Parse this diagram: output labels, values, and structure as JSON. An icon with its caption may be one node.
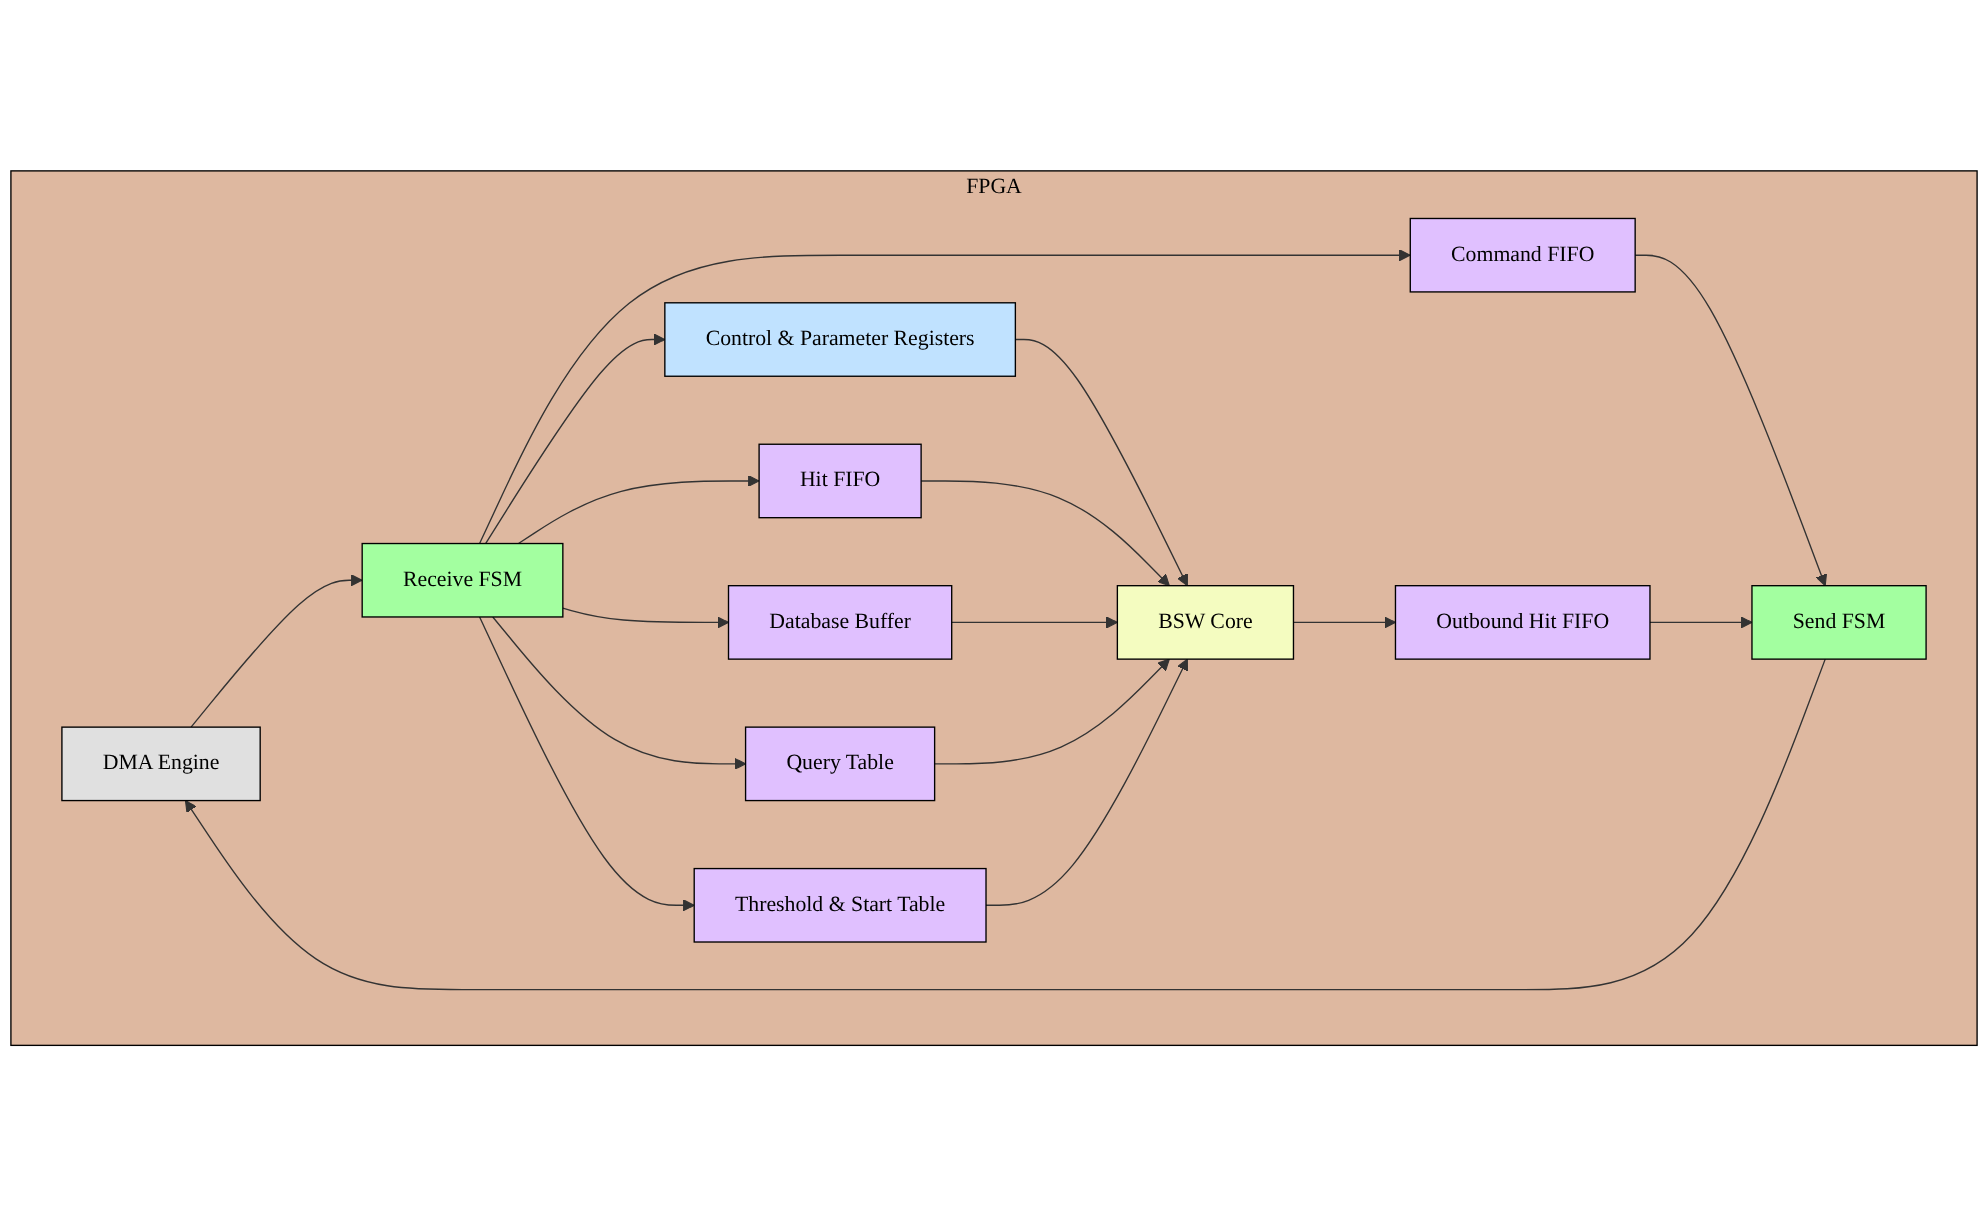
{
  "diagram": {
    "nodes": [
      {
        "text": [
          "FPGA"
        ]
      },
      {
        "text": [
          "DMA Engine"
        ],
        "in": 0
      },
      {
        "text": [
          "Receive FSM"
        ],
        "in": 0
      },
      {
        "text": [
          "Command FIFO"
        ],
        "in": 0
      },
      {
        "text": [
          "Send FSM"
        ],
        "in": 0
      },
      {
        "text": [
          "Outbound Hit FIFO"
        ],
        "in": 0
      },
      {
        "text": [
          "Threshold & Start Table"
        ],
        "in": 0
      },
      {
        "text": [
          "Query Table"
        ],
        "in": 0
      },
      {
        "text": [
          "Database Buffer"
        ],
        "in": 0
      },
      {
        "text": [
          "Hit FIFO"
        ],
        "in": 0
      },
      {
        "text": [
          "Control & Parameter Registers"
        ],
        "in": 0
      },
      {
        "text": [
          "BSW  Core"
        ],
        "in": 0
      }
    ],
    "edges": [
      {
        "from": 1,
        "to": 2,
        "arrow": "to"
      },
      {
        "from": 2,
        "to": 3,
        "arrow": "to"
      },
      {
        "from": 3,
        "to": 4,
        "arrow": "to"
      },
      {
        "from": 4,
        "to": 1,
        "arrow": "to"
      },
      {
        "from": 2,
        "to": 6,
        "arrow": "to"
      },
      {
        "from": 2,
        "to": 7,
        "arrow": "to"
      },
      {
        "from": 2,
        "to": 8,
        "arrow": "to"
      },
      {
        "from": 2,
        "to": 9,
        "arrow": "to"
      },
      {
        "from": 2,
        "to": 10,
        "arrow": "to"
      },
      {
        "from": 5,
        "to": 4,
        "arrow": "to"
      },
      {
        "from": 11,
        "to": 5,
        "arrow": "to"
      },
      {
        "from": 10,
        "to": 11,
        "arrow": "to"
      },
      {
        "from": 9,
        "to": 11,
        "arrow": "to"
      },
      {
        "from": 8,
        "to": 11,
        "arrow": "to"
      },
      {
        "from": 7,
        "to": 11,
        "arrow": "to"
      },
      {
        "from": 6,
        "to": 11,
        "arrow": "to"
      }
    ]
  }
}
